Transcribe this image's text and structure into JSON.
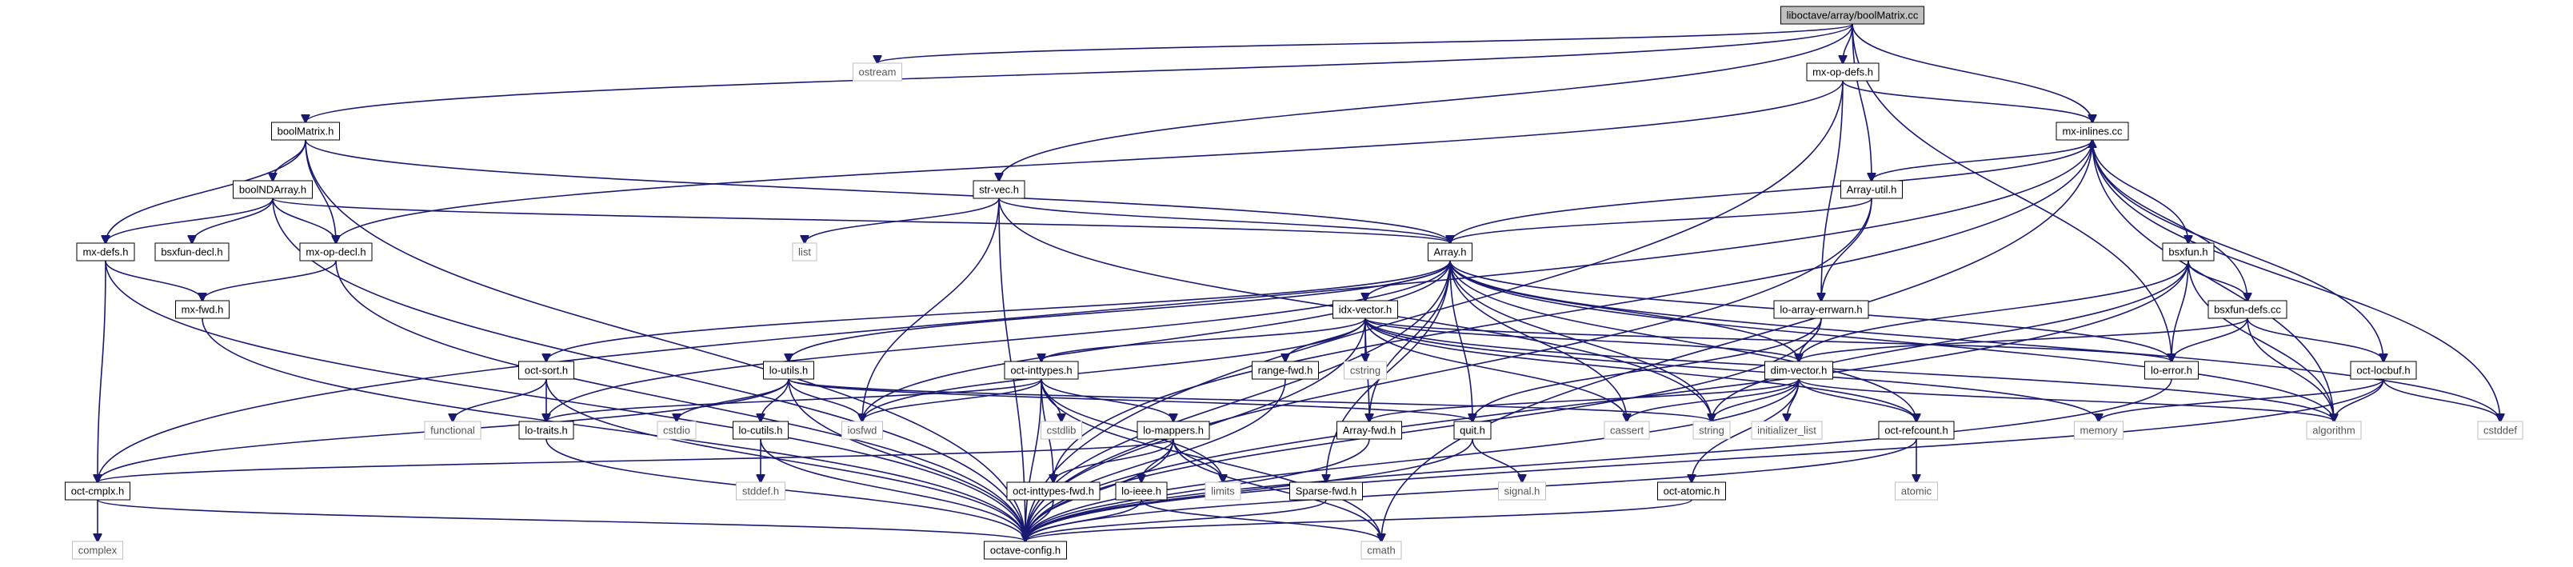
{
  "graph": {
    "title": "liboctave/array/boolMatrix.cc",
    "colors": {
      "edge": "#191970",
      "root_fill": "#bfbfbf",
      "node_border": "#000000",
      "system_border": "#bfbfbf"
    },
    "nodes": [
      {
        "id": "root",
        "label": "liboctave/array/boolMatrix.cc",
        "kind": "root"
      },
      {
        "id": "ostream",
        "label": "ostream",
        "kind": "system"
      },
      {
        "id": "mx_op_defs_h",
        "label": "mx-op-defs.h",
        "kind": "file"
      },
      {
        "id": "boolMatrix_h",
        "label": "boolMatrix.h",
        "kind": "file"
      },
      {
        "id": "mx_inlines_cc",
        "label": "mx-inlines.cc",
        "kind": "file"
      },
      {
        "id": "boolNDArray_h",
        "label": "boolNDArray.h",
        "kind": "file"
      },
      {
        "id": "str_vec_h",
        "label": "str-vec.h",
        "kind": "file"
      },
      {
        "id": "Array_util_h",
        "label": "Array-util.h",
        "kind": "file"
      },
      {
        "id": "mx_defs_h",
        "label": "mx-defs.h",
        "kind": "file"
      },
      {
        "id": "bsxfun_decl_h",
        "label": "bsxfun-decl.h",
        "kind": "file"
      },
      {
        "id": "mx_op_decl_h",
        "label": "mx-op-decl.h",
        "kind": "file"
      },
      {
        "id": "list",
        "label": "list",
        "kind": "system"
      },
      {
        "id": "Array_h",
        "label": "Array.h",
        "kind": "file"
      },
      {
        "id": "bsxfun_h",
        "label": "bsxfun.h",
        "kind": "file"
      },
      {
        "id": "mx_fwd_h",
        "label": "mx-fwd.h",
        "kind": "file"
      },
      {
        "id": "idx_vector_h",
        "label": "idx-vector.h",
        "kind": "file"
      },
      {
        "id": "lo_array_errwarn_h",
        "label": "lo-array-errwarn.h",
        "kind": "file"
      },
      {
        "id": "bsxfun_defs_cc",
        "label": "bsxfun-defs.cc",
        "kind": "file"
      },
      {
        "id": "oct_sort_h",
        "label": "oct-sort.h",
        "kind": "file"
      },
      {
        "id": "lo_utils_h",
        "label": "lo-utils.h",
        "kind": "file"
      },
      {
        "id": "oct_inttypes_h",
        "label": "oct-inttypes.h",
        "kind": "file"
      },
      {
        "id": "range_fwd_h",
        "label": "range-fwd.h",
        "kind": "file"
      },
      {
        "id": "cstring",
        "label": "cstring",
        "kind": "system"
      },
      {
        "id": "dim_vector_h",
        "label": "dim-vector.h",
        "kind": "file"
      },
      {
        "id": "lo_error_h",
        "label": "lo-error.h",
        "kind": "file"
      },
      {
        "id": "oct_locbuf_h",
        "label": "oct-locbuf.h",
        "kind": "file"
      },
      {
        "id": "functional",
        "label": "functional",
        "kind": "system"
      },
      {
        "id": "lo_traits_h",
        "label": "lo-traits.h",
        "kind": "file"
      },
      {
        "id": "cstdio",
        "label": "cstdio",
        "kind": "system"
      },
      {
        "id": "lo_cutils_h",
        "label": "lo-cutils.h",
        "kind": "file"
      },
      {
        "id": "iosfwd",
        "label": "iosfwd",
        "kind": "system"
      },
      {
        "id": "cstdlib",
        "label": "cstdlib",
        "kind": "system"
      },
      {
        "id": "lo_mappers_h",
        "label": "lo-mappers.h",
        "kind": "file"
      },
      {
        "id": "Array_fwd_h",
        "label": "Array-fwd.h",
        "kind": "file"
      },
      {
        "id": "quit_h",
        "label": "quit.h",
        "kind": "file"
      },
      {
        "id": "cassert",
        "label": "cassert",
        "kind": "system"
      },
      {
        "id": "string",
        "label": "string",
        "kind": "system"
      },
      {
        "id": "initializer_list",
        "label": "initializer_list",
        "kind": "system"
      },
      {
        "id": "oct_refcount_h",
        "label": "oct-refcount.h",
        "kind": "file"
      },
      {
        "id": "memory",
        "label": "memory",
        "kind": "system"
      },
      {
        "id": "algorithm",
        "label": "algorithm",
        "kind": "system"
      },
      {
        "id": "cstddef",
        "label": "cstddef",
        "kind": "system"
      },
      {
        "id": "oct_cmplx_h",
        "label": "oct-cmplx.h",
        "kind": "file"
      },
      {
        "id": "stddef_h",
        "label": "stddef.h",
        "kind": "system"
      },
      {
        "id": "oct_inttypes_fwd_h",
        "label": "oct-inttypes-fwd.h",
        "kind": "file"
      },
      {
        "id": "limits",
        "label": "limits",
        "kind": "system"
      },
      {
        "id": "lo_ieee_h",
        "label": "lo-ieee.h",
        "kind": "file"
      },
      {
        "id": "Sparse_fwd_h",
        "label": "Sparse-fwd.h",
        "kind": "file"
      },
      {
        "id": "signal_h",
        "label": "signal.h",
        "kind": "system"
      },
      {
        "id": "oct_atomic_h",
        "label": "oct-atomic.h",
        "kind": "file"
      },
      {
        "id": "atomic",
        "label": "atomic",
        "kind": "system"
      },
      {
        "id": "complex",
        "label": "complex",
        "kind": "system"
      },
      {
        "id": "octave_config_h",
        "label": "octave-config.h",
        "kind": "file"
      },
      {
        "id": "cmath",
        "label": "cmath",
        "kind": "system"
      }
    ],
    "edges": [
      [
        "root",
        "ostream"
      ],
      [
        "root",
        "boolMatrix_h"
      ],
      [
        "root",
        "mx_op_defs_h"
      ],
      [
        "root",
        "mx_inlines_cc"
      ],
      [
        "root",
        "str_vec_h"
      ],
      [
        "root",
        "Array_util_h"
      ],
      [
        "root",
        "lo_error_h"
      ],
      [
        "mx_op_defs_h",
        "mx_inlines_cc"
      ],
      [
        "mx_op_defs_h",
        "lo_array_errwarn_h"
      ],
      [
        "mx_op_defs_h",
        "mx_op_decl_h"
      ],
      [
        "mx_op_defs_h",
        "octave_config_h"
      ],
      [
        "boolMatrix_h",
        "boolNDArray_h"
      ],
      [
        "boolMatrix_h",
        "mx_defs_h"
      ],
      [
        "boolMatrix_h",
        "mx_op_decl_h"
      ],
      [
        "boolMatrix_h",
        "Array_h"
      ],
      [
        "boolMatrix_h",
        "octave_config_h"
      ],
      [
        "boolNDArray_h",
        "mx_defs_h"
      ],
      [
        "boolNDArray_h",
        "bsxfun_decl_h"
      ],
      [
        "boolNDArray_h",
        "mx_op_decl_h"
      ],
      [
        "boolNDArray_h",
        "Array_h"
      ],
      [
        "boolNDArray_h",
        "octave_config_h"
      ],
      [
        "mx_defs_h",
        "mx_fwd_h"
      ],
      [
        "mx_defs_h",
        "oct_cmplx_h"
      ],
      [
        "mx_defs_h",
        "octave_config_h"
      ],
      [
        "mx_op_decl_h",
        "mx_fwd_h"
      ],
      [
        "mx_op_decl_h",
        "octave_config_h"
      ],
      [
        "mx_fwd_h",
        "octave_config_h"
      ],
      [
        "mx_inlines_cc",
        "Array_util_h"
      ],
      [
        "mx_inlines_cc",
        "Array_h"
      ],
      [
        "mx_inlines_cc",
        "bsxfun_h"
      ],
      [
        "mx_inlines_cc",
        "oct_cmplx_h"
      ],
      [
        "mx_inlines_cc",
        "oct_locbuf_h"
      ],
      [
        "mx_inlines_cc",
        "cstddef"
      ],
      [
        "mx_inlines_cc",
        "algorithm"
      ],
      [
        "mx_inlines_cc",
        "cmath"
      ],
      [
        "mx_inlines_cc",
        "oct_inttypes_fwd_h"
      ],
      [
        "str_vec_h",
        "list"
      ],
      [
        "str_vec_h",
        "Array_h"
      ],
      [
        "str_vec_h",
        "iosfwd"
      ],
      [
        "str_vec_h",
        "string"
      ],
      [
        "str_vec_h",
        "octave_config_h"
      ],
      [
        "Array_util_h",
        "Array_h"
      ],
      [
        "Array_util_h",
        "lo_array_errwarn_h"
      ],
      [
        "Array_util_h",
        "octave_config_h"
      ],
      [
        "Array_h",
        "idx_vector_h"
      ],
      [
        "Array_h",
        "oct_sort_h"
      ],
      [
        "Array_h",
        "lo_utils_h"
      ],
      [
        "Array_h",
        "lo_traits_h"
      ],
      [
        "Array_h",
        "dim_vector_h"
      ],
      [
        "Array_h",
        "lo_error_h"
      ],
      [
        "Array_h",
        "oct_refcount_h"
      ],
      [
        "Array_h",
        "quit_h"
      ],
      [
        "Array_h",
        "Array_fwd_h"
      ],
      [
        "Array_h",
        "cassert"
      ],
      [
        "Array_h",
        "string"
      ],
      [
        "Array_h",
        "algorithm"
      ],
      [
        "Array_h",
        "cstddef"
      ],
      [
        "Array_h",
        "iosfwd"
      ],
      [
        "Array_h",
        "octave_config_h"
      ],
      [
        "Array_h",
        "Sparse_fwd_h"
      ],
      [
        "bsxfun_h",
        "bsxfun_defs_cc"
      ],
      [
        "bsxfun_h",
        "dim_vector_h"
      ],
      [
        "bsxfun_h",
        "lo_error_h"
      ],
      [
        "bsxfun_h",
        "algorithm"
      ],
      [
        "bsxfun_h",
        "string"
      ],
      [
        "bsxfun_h",
        "octave_config_h"
      ],
      [
        "bsxfun_defs_cc",
        "mx_inlines_cc"
      ],
      [
        "bsxfun_defs_cc",
        "dim_vector_h"
      ],
      [
        "bsxfun_defs_cc",
        "oct_locbuf_h"
      ],
      [
        "bsxfun_defs_cc",
        "lo_error_h"
      ],
      [
        "bsxfun_defs_cc",
        "algorithm"
      ],
      [
        "idx_vector_h",
        "oct_inttypes_h"
      ],
      [
        "idx_vector_h",
        "range_fwd_h"
      ],
      [
        "idx_vector_h",
        "cstring"
      ],
      [
        "idx_vector_h",
        "dim_vector_h"
      ],
      [
        "idx_vector_h",
        "oct_refcount_h"
      ],
      [
        "idx_vector_h",
        "Array_fwd_h"
      ],
      [
        "idx_vector_h",
        "cassert"
      ],
      [
        "idx_vector_h",
        "iosfwd"
      ],
      [
        "idx_vector_h",
        "memory"
      ],
      [
        "idx_vector_h",
        "algorithm"
      ],
      [
        "idx_vector_h",
        "lo_error_h"
      ],
      [
        "idx_vector_h",
        "octave_config_h"
      ],
      [
        "lo_array_errwarn_h",
        "dim_vector_h"
      ],
      [
        "lo_array_errwarn_h",
        "quit_h"
      ],
      [
        "lo_array_errwarn_h",
        "octave_config_h"
      ],
      [
        "oct_sort_h",
        "functional"
      ],
      [
        "oct_sort_h",
        "lo_traits_h"
      ],
      [
        "oct_sort_h",
        "octave_config_h"
      ],
      [
        "lo_utils_h",
        "cstdio"
      ],
      [
        "lo_utils_h",
        "lo_cutils_h"
      ],
      [
        "lo_utils_h",
        "iosfwd"
      ],
      [
        "lo_utils_h",
        "string"
      ],
      [
        "lo_utils_h",
        "oct_cmplx_h"
      ],
      [
        "lo_utils_h",
        "quit_h"
      ],
      [
        "lo_utils_h",
        "octave_config_h"
      ],
      [
        "oct_inttypes_h",
        "lo_mappers_h"
      ],
      [
        "oct_inttypes_h",
        "lo_traits_h"
      ],
      [
        "oct_inttypes_h",
        "oct_inttypes_fwd_h"
      ],
      [
        "oct_inttypes_h",
        "cstdlib"
      ],
      [
        "oct_inttypes_h",
        "iosfwd"
      ],
      [
        "oct_inttypes_h",
        "limits"
      ],
      [
        "oct_inttypes_h",
        "cmath"
      ],
      [
        "oct_inttypes_h",
        "octave_config_h"
      ],
      [
        "range_fwd_h",
        "octave_config_h"
      ],
      [
        "dim_vector_h",
        "Array_fwd_h"
      ],
      [
        "dim_vector_h",
        "cassert"
      ],
      [
        "dim_vector_h",
        "string"
      ],
      [
        "dim_vector_h",
        "initializer_list"
      ],
      [
        "dim_vector_h",
        "oct_refcount_h"
      ],
      [
        "dim_vector_h",
        "oct_atomic_h"
      ],
      [
        "dim_vector_h",
        "algorithm"
      ],
      [
        "dim_vector_h",
        "octave_config_h"
      ],
      [
        "lo_error_h",
        "octave_config_h"
      ],
      [
        "oct_locbuf_h",
        "memory"
      ],
      [
        "oct_locbuf_h",
        "cstddef"
      ],
      [
        "oct_locbuf_h",
        "algorithm"
      ],
      [
        "oct_locbuf_h",
        "octave_config_h"
      ],
      [
        "lo_traits_h",
        "octave_config_h"
      ],
      [
        "lo_cutils_h",
        "stddef_h"
      ],
      [
        "lo_cutils_h",
        "octave_config_h"
      ],
      [
        "lo_mappers_h",
        "lo_ieee_h"
      ],
      [
        "lo_mappers_h",
        "oct_cmplx_h"
      ],
      [
        "lo_mappers_h",
        "limits"
      ],
      [
        "lo_mappers_h",
        "cmath"
      ],
      [
        "lo_mappers_h",
        "octave_config_h"
      ],
      [
        "lo_mappers_h",
        "oct_inttypes_fwd_h"
      ],
      [
        "Array_fwd_h",
        "octave_config_h"
      ],
      [
        "quit_h",
        "signal_h"
      ],
      [
        "quit_h",
        "octave_config_h"
      ],
      [
        "oct_refcount_h",
        "atomic"
      ],
      [
        "oct_refcount_h",
        "octave_config_h"
      ],
      [
        "oct_cmplx_h",
        "complex"
      ],
      [
        "oct_cmplx_h",
        "octave_config_h"
      ],
      [
        "oct_inttypes_fwd_h",
        "octave_config_h"
      ],
      [
        "lo_ieee_h",
        "cmath"
      ],
      [
        "lo_ieee_h",
        "octave_config_h"
      ],
      [
        "Sparse_fwd_h",
        "octave_config_h"
      ],
      [
        "oct_atomic_h",
        "octave_config_h"
      ]
    ]
  }
}
